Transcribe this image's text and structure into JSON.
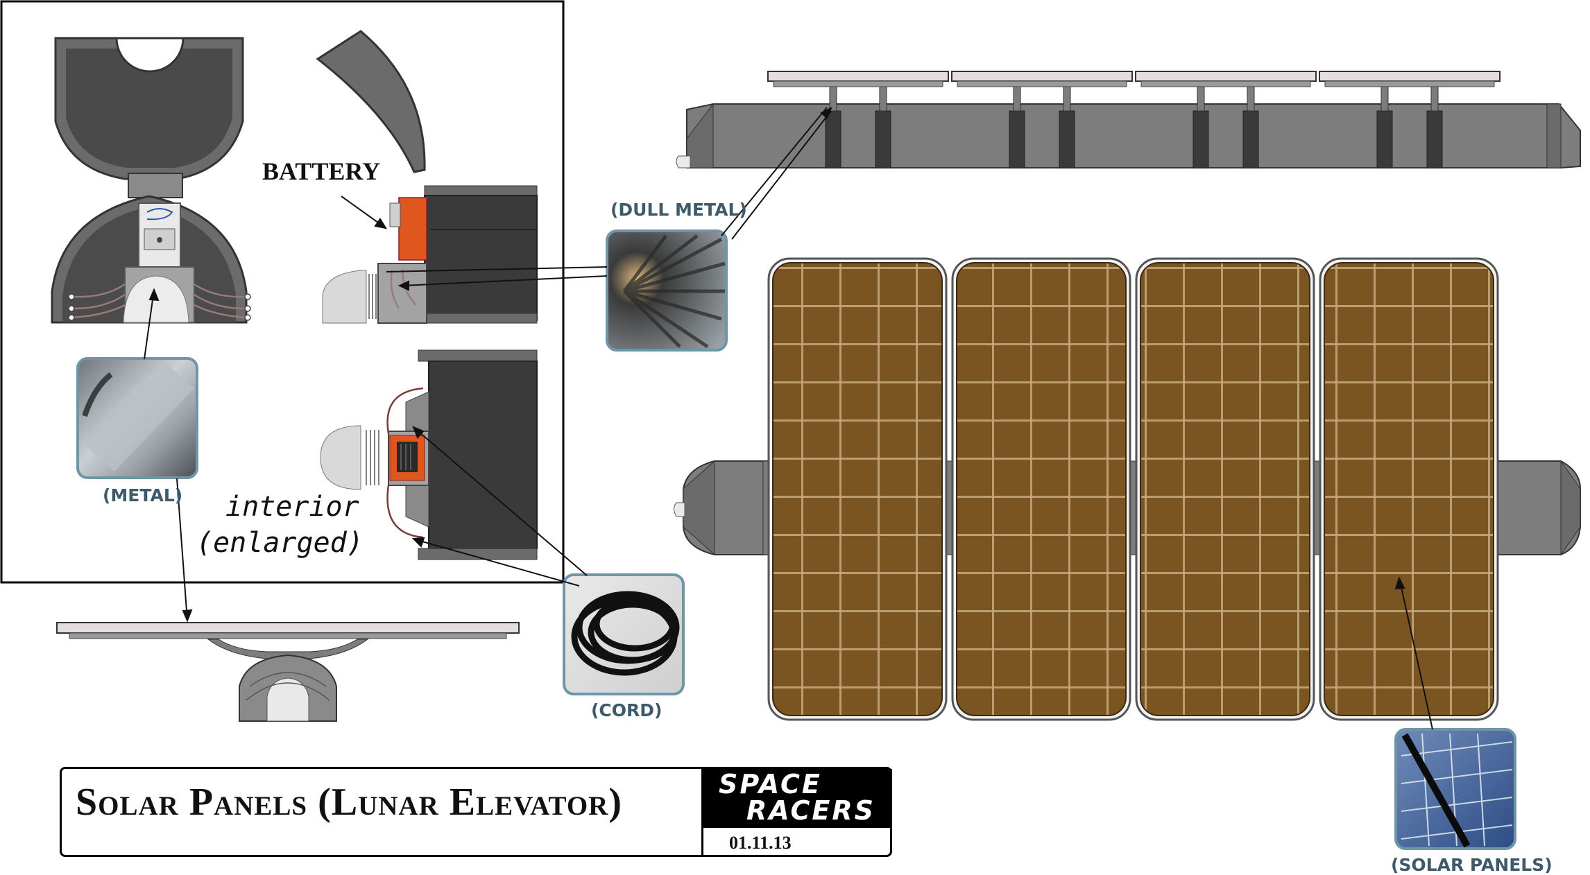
{
  "title": "Solar Panels (Lunar Elevator)",
  "logo": {
    "line1": "SPACE",
    "line2": "RACERS"
  },
  "date": "01.11.13",
  "labels": {
    "battery": "BATTERY",
    "interior_line1": "interior",
    "interior_line2": "(enlarged)"
  },
  "callouts": {
    "metal": "(METAL)",
    "dull_metal": "(DULL METAL)",
    "cord": "(CORD)",
    "solar_panels": "(SOLAR PANELS)"
  },
  "colors": {
    "panel_brown": "#7a5522",
    "panel_grid": "#c7a980",
    "hull_gray": "#7d7d7d",
    "hull_dark": "#3c3c3c",
    "battery_orange": "#e0561f",
    "callout_text": "#3d5a6b"
  }
}
